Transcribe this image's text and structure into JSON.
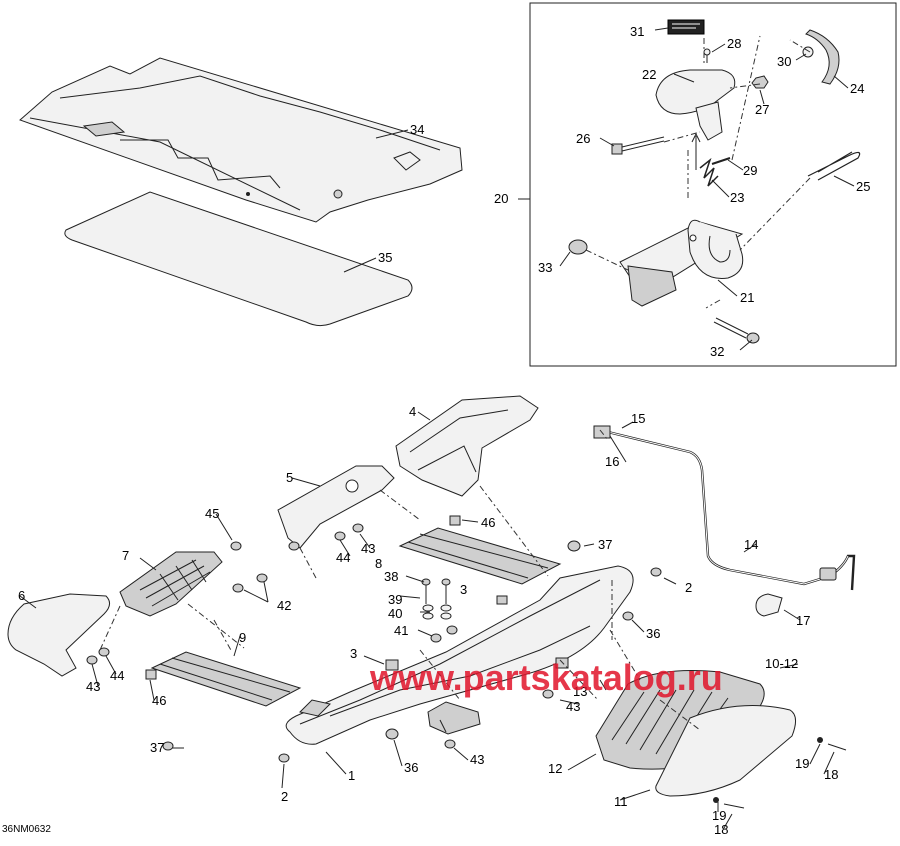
{
  "diagram": {
    "code": "36NM0632",
    "watermark": "www.partskatalog.ru",
    "callouts": [
      {
        "id": "c31",
        "label": "31"
      },
      {
        "id": "c28",
        "label": "28"
      },
      {
        "id": "c30",
        "label": "30"
      },
      {
        "id": "c22",
        "label": "22"
      },
      {
        "id": "c27",
        "label": "27"
      },
      {
        "id": "c24",
        "label": "24"
      },
      {
        "id": "c26",
        "label": "26"
      },
      {
        "id": "c29",
        "label": "29"
      },
      {
        "id": "c23",
        "label": "23"
      },
      {
        "id": "c25",
        "label": "25"
      },
      {
        "id": "c20",
        "label": "20"
      },
      {
        "id": "c33",
        "label": "33"
      },
      {
        "id": "c21",
        "label": "21"
      },
      {
        "id": "c32",
        "label": "32"
      },
      {
        "id": "c34",
        "label": "34"
      },
      {
        "id": "c35",
        "label": "35"
      },
      {
        "id": "c4",
        "label": "4"
      },
      {
        "id": "c15",
        "label": "15"
      },
      {
        "id": "c16",
        "label": "16"
      },
      {
        "id": "c5",
        "label": "5"
      },
      {
        "id": "c45",
        "label": "45"
      },
      {
        "id": "c46a",
        "label": "46"
      },
      {
        "id": "c44a",
        "label": "44"
      },
      {
        "id": "c43a",
        "label": "43"
      },
      {
        "id": "c8",
        "label": "8"
      },
      {
        "id": "c37a",
        "label": "37"
      },
      {
        "id": "c14",
        "label": "14"
      },
      {
        "id": "c7",
        "label": "7"
      },
      {
        "id": "c38",
        "label": "38"
      },
      {
        "id": "c2a",
        "label": "2"
      },
      {
        "id": "c42",
        "label": "42"
      },
      {
        "id": "c39",
        "label": "39"
      },
      {
        "id": "c3a",
        "label": "3"
      },
      {
        "id": "c40",
        "label": "40"
      },
      {
        "id": "c17",
        "label": "17"
      },
      {
        "id": "c6",
        "label": "6"
      },
      {
        "id": "c41",
        "label": "41"
      },
      {
        "id": "c36a",
        "label": "36"
      },
      {
        "id": "c9",
        "label": "9"
      },
      {
        "id": "c3b",
        "label": "3"
      },
      {
        "id": "c1012",
        "label": "10-12"
      },
      {
        "id": "c43b",
        "label": "43"
      },
      {
        "id": "c44b",
        "label": "44"
      },
      {
        "id": "c13",
        "label": "13"
      },
      {
        "id": "c46b",
        "label": "46"
      },
      {
        "id": "c43c",
        "label": "43"
      },
      {
        "id": "c37b",
        "label": "37"
      },
      {
        "id": "c36b",
        "label": "36"
      },
      {
        "id": "c43d",
        "label": "43"
      },
      {
        "id": "c12",
        "label": "12"
      },
      {
        "id": "c1",
        "label": "1"
      },
      {
        "id": "c19a",
        "label": "19"
      },
      {
        "id": "c2b",
        "label": "2"
      },
      {
        "id": "c18a",
        "label": "18"
      },
      {
        "id": "c11",
        "label": "11"
      },
      {
        "id": "c19b",
        "label": "19"
      },
      {
        "id": "c18b",
        "label": "18"
      }
    ]
  }
}
